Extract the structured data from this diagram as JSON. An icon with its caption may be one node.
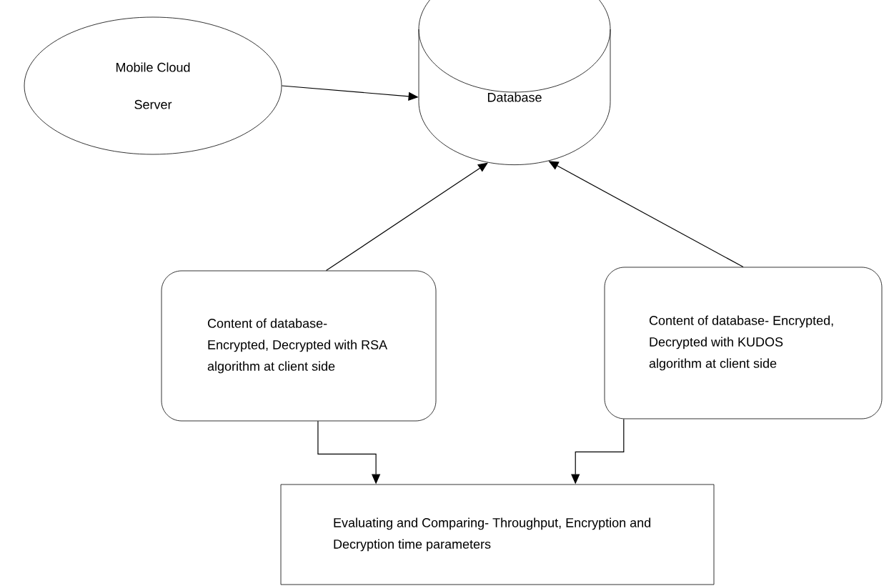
{
  "diagram": {
    "nodes": [
      {
        "text": [
          "Mobile Cloud Server"
        ]
      },
      {
        "text": [
          "Database"
        ]
      },
      {
        "text": [
          "Content of database- Encrypted, Decrypted with RSA algorithm at client side"
        ]
      },
      {
        "text": [
          "Content of database- Encrypted, Decrypted with KUDOS algorithm at client side"
        ]
      },
      {
        "text": [
          "Evaluating and Comparing- Throughput, Encryption and Decryption time parameters"
        ]
      }
    ],
    "edges": [
      {
        "from": 0,
        "to": 1,
        "arrow": "to"
      },
      {
        "from": 2,
        "to": 1,
        "arrow": "to"
      },
      {
        "from": 3,
        "to": 1,
        "arrow": "to"
      },
      {
        "from": 2,
        "to": 4,
        "arrow": "to"
      },
      {
        "from": 3,
        "to": 4,
        "arrow": "to"
      }
    ]
  }
}
